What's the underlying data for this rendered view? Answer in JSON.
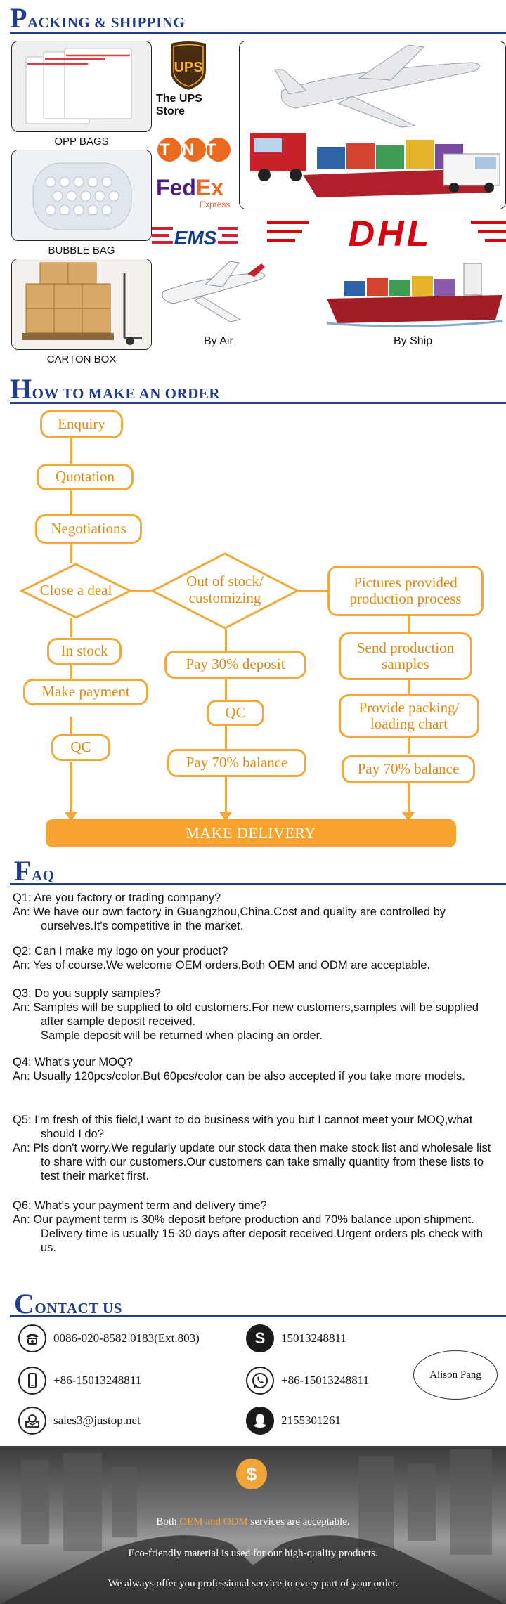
{
  "packing": {
    "title_initial": "P",
    "title_rest": "ACKING & SHIPPING",
    "packages": [
      {
        "label": "OPP BAGS"
      },
      {
        "label": "BUBBLE BAG"
      },
      {
        "label": "CARTON BOX"
      }
    ],
    "carriers": {
      "ups": "UPS",
      "ups_store": "The UPS Store",
      "tnt": "TNT",
      "fedex_fed": "Fed",
      "fedex_ex": "Ex",
      "fedex_express": "Express",
      "ems": "EMS",
      "dhl": "DHL"
    },
    "by_air": "By Air",
    "by_ship": "By Ship"
  },
  "order": {
    "title_initial": "H",
    "title_rest": "OW TO MAKE AN ORDER",
    "enquiry": "Enquiry",
    "quotation": "Quotation",
    "negotiations": "Negotiations",
    "close_deal": "Close a deal",
    "out_of_stock": "Out of stock/ customizing",
    "pictures": "Pictures provided production process",
    "in_stock": "In stock",
    "make_payment": "Make payment",
    "qc1": "QC",
    "pay30": "Pay 30% deposit",
    "qc2": "QC",
    "pay70a": "Pay 70% balance",
    "send_samples": "Send production samples",
    "packing_chart": "Provide packing/ loading chart",
    "pay70b": "Pay 70% balance",
    "delivery": "MAKE DELIVERY"
  },
  "faq": {
    "title_initial": "F",
    "title_rest": "AQ",
    "items": [
      {
        "q": "Q1: Are you factory or trading company?",
        "a": [
          "An: We have our own factory in Guangzhou,China.Cost and quality are controlled by ourselves.It's competitive in the market."
        ]
      },
      {
        "q": "Q2: Can I make my logo on your product?",
        "a": [
          "An: Yes of course.We welcome OEM orders.Both OEM and ODM are acceptable."
        ]
      },
      {
        "q": "Q3: Do you supply samples?",
        "a": [
          "An: Samples will be supplied to old customers.For new customers,samples will be supplied after sample deposit received.",
          "Sample deposit will be returned when placing an order."
        ]
      },
      {
        "q": "Q4: What's your MOQ?",
        "a": [
          "An: Usually 120pcs/color.But 60pcs/color can be also accepted if you take more models."
        ]
      },
      {
        "q": "Q5: I'm fresh of this field,I want to do business with you but I cannot meet your MOQ,what should I do?",
        "a": [
          "An: Pls don't worry.We regularly update our stock data then make stock list and wholesale list to share with our customers.Our customers can take smally quantity from these lists to test their market first."
        ]
      },
      {
        "q": "Q6: What's your payment term and delivery time?",
        "a": [
          "An: Our payment term is 30% deposit before production and 70% balance upon shipment.",
          "Delivery time is usually 15-30 days after deposit received.Urgent orders pls check with us."
        ]
      }
    ]
  },
  "contact": {
    "title_initial": "C",
    "title_rest": "ONTACT US",
    "phone": "0086-020-8582 0183(Ext.803)",
    "skype": "15013248811",
    "mobile": "+86-15013248811",
    "whatsapp": "+86-15013248811",
    "email": "sales3@justop.net",
    "qq": "2155301261",
    "signature": "Alison Pang"
  },
  "banner": {
    "line1_pre": "Both ",
    "line1_hl": "OEM and ODM",
    "line1_post": " services are acceptable.",
    "line2": "Eco-friendly material is used for our high-quality products.",
    "line3": "We always offer you professional service  to every part of your order."
  },
  "colors": {
    "accent_blue": "#233c8c",
    "flow_orange": "#f1a93b",
    "delivery_orange": "#f6a42f"
  }
}
